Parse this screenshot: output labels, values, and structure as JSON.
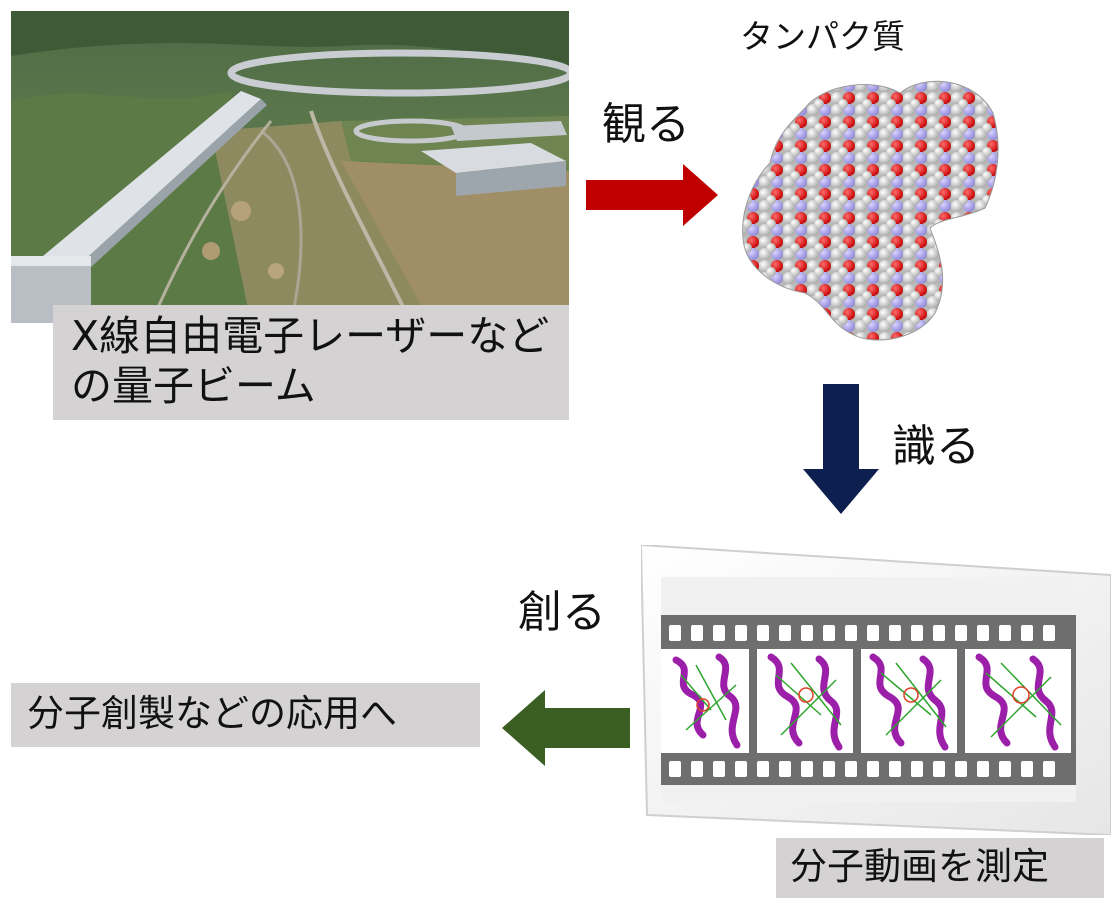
{
  "facility": {
    "caption_line1": "X線自由電子レーザーなど",
    "caption_line2": "の量子ビーム"
  },
  "protein": {
    "label": "タンパク質"
  },
  "steps": {
    "observe": "観る",
    "understand": "識る",
    "create": "創る"
  },
  "movie": {
    "caption": "分子動画を測定"
  },
  "application": {
    "caption": "分子創製などの応用へ"
  },
  "colors": {
    "arrow_observe": "#c00000",
    "arrow_understand": "#0d1f4f",
    "arrow_create": "#3b5e22",
    "caption_box": "#d4d2d2"
  }
}
